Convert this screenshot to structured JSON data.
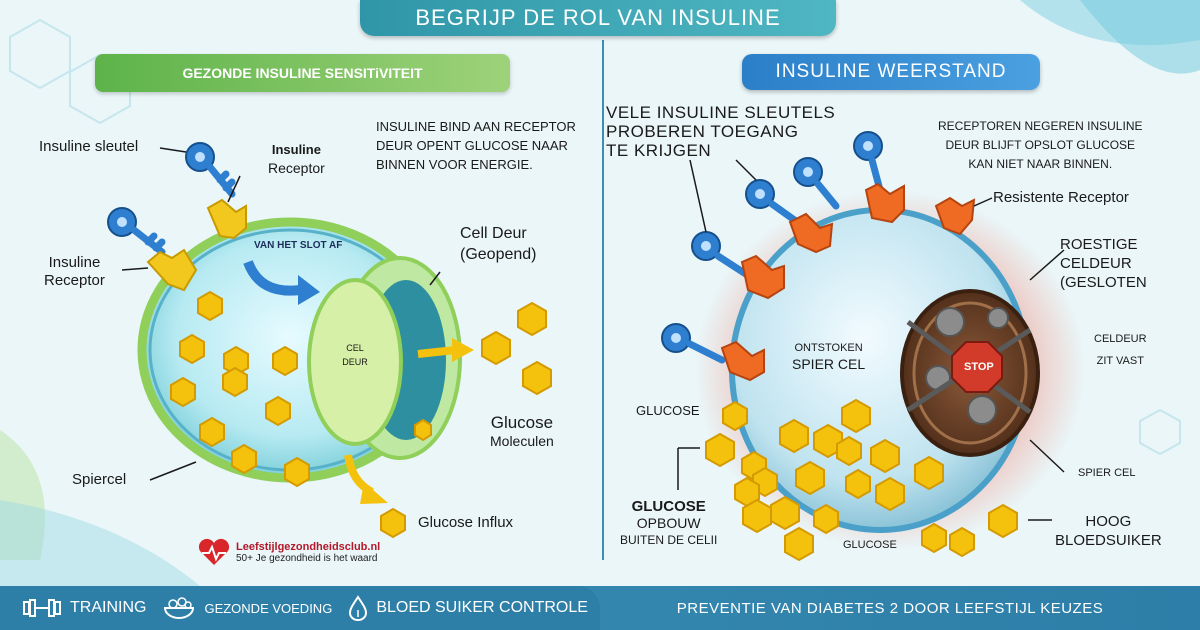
{
  "title": "BEGRIJP DE ROL VAN INSULINE",
  "left": {
    "heading": "GEZONDE INSULINE SENSITiVITEIT",
    "note_line1": "INSULINE BIND AAN RECEPTOR",
    "note_line2": "DEUR OPENT GLUCOSE NAAR",
    "note_line3": "BINNEN VOOR ENERGIE.",
    "key_label": "Insuline sleutel",
    "receptor_top_1": "Insuline",
    "receptor_top_2": "Receptor",
    "receptor_left_1": "Insuline",
    "receptor_left_2": "Receptor",
    "unlock": "VAN HET SLOT AF",
    "door_open_1": "Cell Deur",
    "door_open_2": "(Geopend)",
    "cel_1": "CEL",
    "cel_2": "DEUR",
    "glucose_1": "Glucose",
    "glucose_2": "Moleculen",
    "cell": "Spiercel",
    "influx": "Glucose Influx",
    "logo_name": "Leefstijlgezondheidsclub.nl",
    "logo_tagline": "50+ Je gezondheid is het waard"
  },
  "right": {
    "heading": "INSULINE WEERSTAND",
    "keys_1": "VELE INSULINE SLEUTELS",
    "keys_2": "PROBEREN TOEGANG",
    "keys_3": "TE KRIJGEN",
    "note_1": "RECEPTOREN NEGEREN INSULINE",
    "note_2": "DEUR BLIJFT OPSLOT GLUCOSE",
    "note_3": "KAN NIET NAAR BINNEN.",
    "resistant": "Resistente Receptor",
    "rusty_1": "ROESTIGE",
    "rusty_2": "CELDEUR",
    "rusty_3": "(GESLOTEN",
    "stuck_1": "CELDEUR",
    "stuck_2": "ZIT VAST",
    "inflamed_1": "ONTSTOKEN",
    "inflamed_2": "SPIER CEL",
    "stop": "STOP",
    "glucose_left": "GLUCOSE",
    "buildup_1": "GLUCOSE",
    "buildup_2": "OPBOUW",
    "buildup_3": "BUITEN DE CELII",
    "glucose_bottom": "GLUCOSE",
    "muscle": "SPIER CEL",
    "high_1": "HOOG",
    "high_2": "BLOEDSUIKER"
  },
  "footer": {
    "training": "TRAINING",
    "food": "GEZONDE VOEDING",
    "sugar": "BLOED SUIKER CONTROLE",
    "prevention": "PREVENTIE VAN DIABETES 2 DOOR LEEFSTIJL KEUZES"
  },
  "colors": {
    "key_blue": "#2f7fd0",
    "receptor_yellow": "#f2c81e",
    "receptor_orange": "#ef6a22",
    "glucose": "#f4c20d",
    "rust": "#7a4a2a",
    "stop_red": "#d23a2a"
  }
}
